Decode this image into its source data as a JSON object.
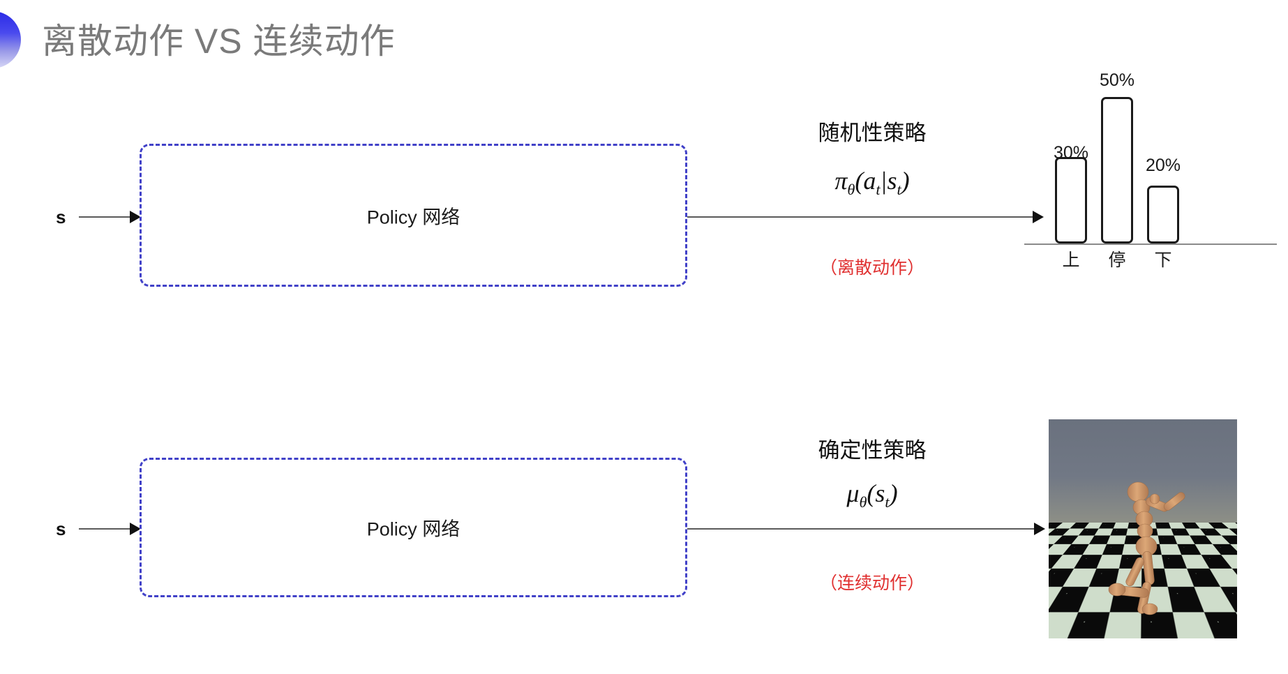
{
  "slide": {
    "title": "离散动作 VS 连续动作",
    "title_color": "#7a7a7a",
    "decor_color_top": "#2a2ae6",
    "decor_color_bottom": "#d8d8f6",
    "background": "#ffffff"
  },
  "rows": [
    {
      "id": "discrete",
      "input_label": "s",
      "box_label": "Policy 网络",
      "box_border_color": "#4141c8",
      "policy_name": "随机性策略",
      "policy_formula": "πθ(at|st)",
      "action_note": "（离散动作）",
      "action_note_color": "#e03030"
    },
    {
      "id": "continuous",
      "input_label": "s",
      "box_label": "Policy 网络",
      "box_border_color": "#4141c8",
      "policy_name": "确定性策略",
      "policy_formula": "μθ(st)",
      "action_note": "（连续动作）",
      "action_note_color": "#e03030"
    }
  ],
  "chart_data": {
    "type": "bar",
    "categories": [
      "上",
      "停",
      "下"
    ],
    "values": [
      30,
      50,
      20
    ],
    "value_labels": [
      "30%",
      "50%",
      "20%"
    ],
    "title": "",
    "xlabel": "",
    "ylabel": "",
    "ylim": [
      0,
      60
    ],
    "grid": false,
    "legend": "none",
    "bar_fill": "#ffffff",
    "bar_stroke": "#1a1a1a",
    "axis_color": "#8a8a8a"
  },
  "humanoid": {
    "caption": "",
    "sky_color": "#6b7380",
    "floor_light": "#cfddcb",
    "floor_dark": "#0a0a0a",
    "body_color": "#d39a6e"
  }
}
